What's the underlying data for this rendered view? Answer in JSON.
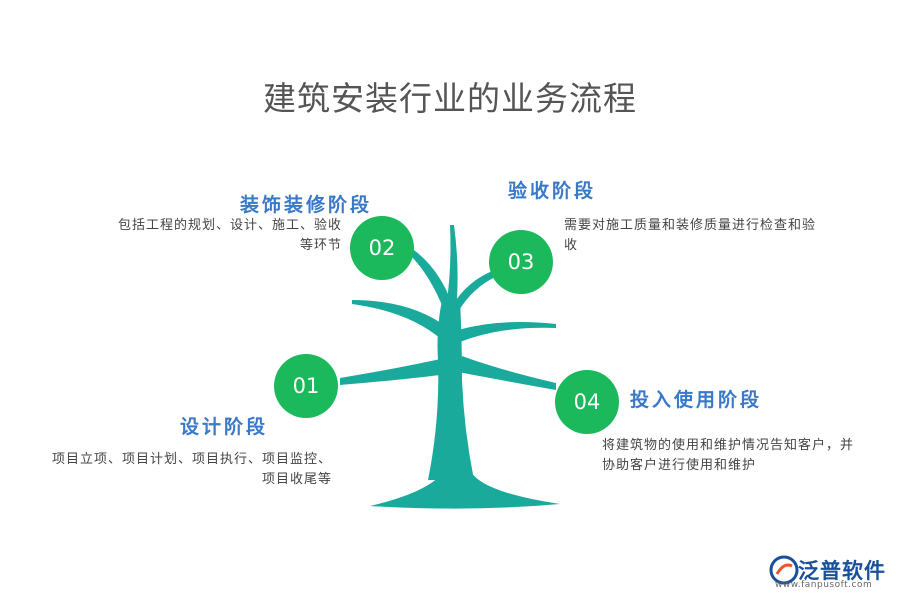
{
  "title": "建筑安装行业的业务流程",
  "colors": {
    "tree": "#1aaa9b",
    "circle": "#1bb85c",
    "stage_title": "#3a78c8"
  },
  "stages": [
    {
      "num": "01",
      "title": "设计阶段",
      "desc_lines": [
        "项目立项、项目计划、项目执行、项目监控、",
        "项目收尾等"
      ]
    },
    {
      "num": "02",
      "title": "装饰装修阶段",
      "desc_lines": [
        "包括工程的规划、设计、施工、验收",
        "等环节"
      ]
    },
    {
      "num": "03",
      "title": "验收阶段",
      "desc_lines": [
        "需要对施工质量和装修质量进行检查和验",
        "收"
      ]
    },
    {
      "num": "04",
      "title": "投入使用阶段",
      "desc_lines": [
        "将建筑物的使用和维护情况告知客户，并",
        "协助客户进行使用和维护"
      ]
    }
  ],
  "logo": {
    "name": "泛普软件",
    "url": "www.fanpusoft.com",
    "icon": "fanpu-logo-icon"
  }
}
